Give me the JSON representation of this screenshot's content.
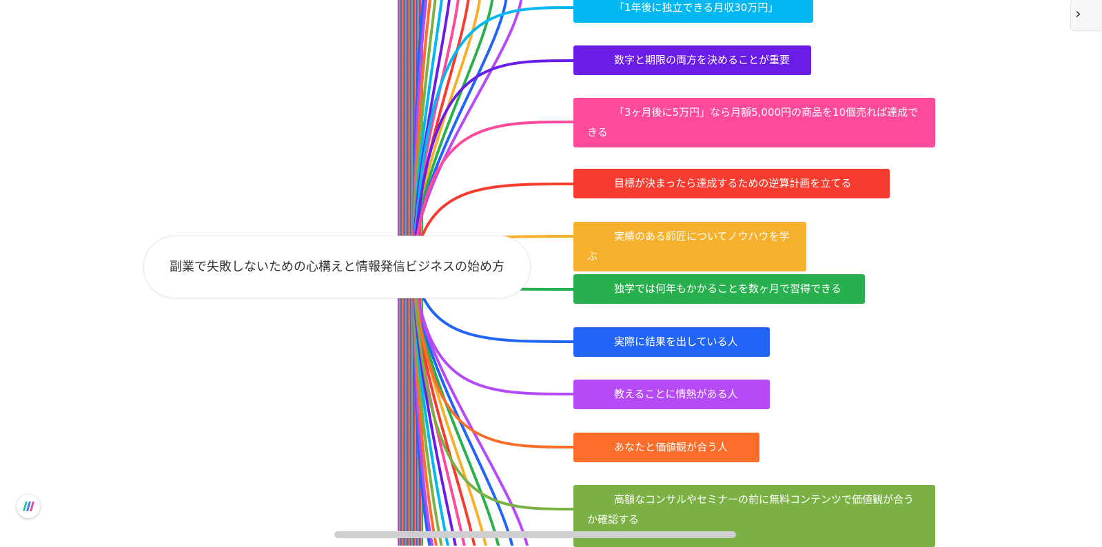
{
  "root": {
    "text": "副業で失敗しないための心構えと情報発信ビジネスの始め方"
  },
  "nodes": [
    {
      "text": "「1年後に独立できる月収30万円」",
      "color": "#03b8f0"
    },
    {
      "text": "数字と期限の両方を決めることが重要",
      "color": "#6a1de6"
    },
    {
      "text": "「3ヶ月後に5万円」なら月額5,000円の商品を10個売れば達成できる",
      "color": "#fd4a9b"
    },
    {
      "text": "目標が決まったら達成するための逆算計画を立てる",
      "color": "#f63b2f"
    },
    {
      "text": "実績のある師匠についてノウハウを学ぶ",
      "color": "#f6b02b"
    },
    {
      "text": "独学では何年もかかることを数ヶ月で習得できる",
      "color": "#28b04e"
    },
    {
      "text": "実際に結果を出している人",
      "color": "#2264f6"
    },
    {
      "text": "教えることに情熱がある人",
      "color": "#b64af6"
    },
    {
      "text": "あなたと価値観が合う人",
      "color": "#fb6d28"
    },
    {
      "text": "高額なコンサルやセミナーの前に無料コンテンツで価値観が合うか確認する",
      "color": "#7bb144"
    }
  ],
  "toggle": {
    "icon": "chevron-right-icon",
    "label": "›"
  },
  "palette": [
    "#2264f6",
    "#b64af6",
    "#fb6d28",
    "#7bb144",
    "#03b8f0",
    "#6a1de6",
    "#fd4a9b",
    "#f63b2f",
    "#f6b02b",
    "#28b04e"
  ]
}
